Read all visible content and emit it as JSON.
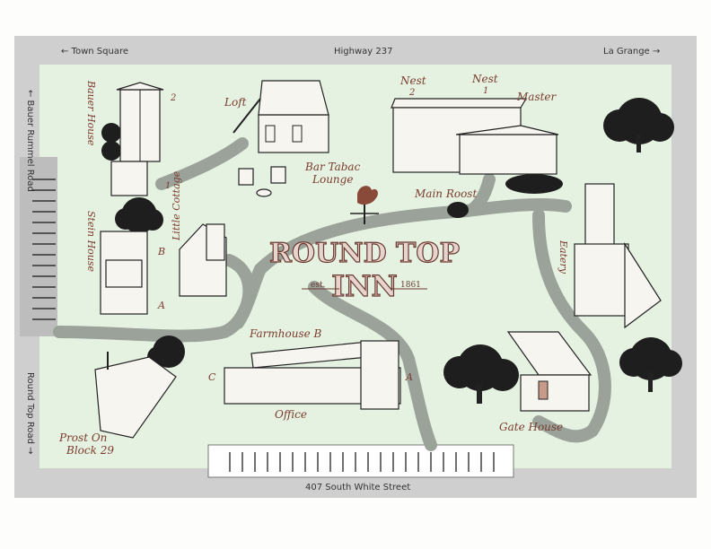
{
  "roads": {
    "top_left": "← Town Square",
    "top_center": "Highway 237",
    "top_right": "La Grange →",
    "left_upper": "← Bauer Rummel Road",
    "left_lower": "Round Top Road →",
    "bottom": "407 South White Street"
  },
  "title": {
    "line1": "ROUND TOP",
    "line2": "INN",
    "est": "est.",
    "year": "1861"
  },
  "buildings": {
    "bauer_house": "Bauer House",
    "bauer_num": "2",
    "bauer_num1": "1",
    "loft": "Loft",
    "bar_tabac": "Bar Tabac",
    "lounge": "Lounge",
    "nest2": "Nest",
    "nest2_num": "2",
    "nest1": "Nest",
    "nest1_num": "1",
    "master": "Master",
    "main_roost": "Main Roost",
    "little_cottage": "Little Cottage",
    "stein_house": "Stein House",
    "stein_b": "B",
    "stein_a": "A",
    "eatery": "Eatery",
    "farmhouse_b": "Farmhouse B",
    "farm_c": "C",
    "farm_a": "A",
    "office": "Office",
    "gate_house": "Gate House",
    "prost1": "Prost On",
    "prost2": "Block 29"
  },
  "colors": {
    "lawn": "#e6f2e1",
    "path": "#9aa29a",
    "label": "#7a3b2e",
    "border": "#b9b9b9"
  }
}
